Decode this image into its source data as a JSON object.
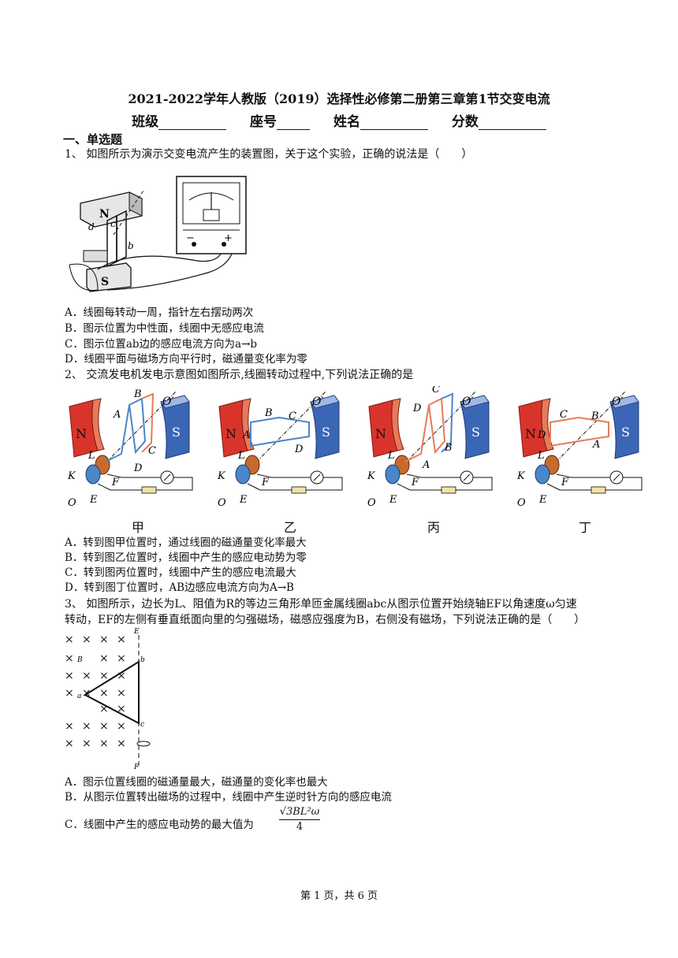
{
  "header": {
    "title": "2021-2022学年人教版（2019）选择性必修第二册第三章第1节交变电流",
    "fields": [
      {
        "label": "班级"
      },
      {
        "label": "座号"
      },
      {
        "label": "姓名"
      },
      {
        "label": "分数"
      }
    ]
  },
  "section": "一、单选题",
  "questions": [
    {
      "stem": "1、 如图所示为演示交变电流产生的装置图，关于这个实验，正确的说法是（　　）",
      "options": [
        "A．线圈每转动一周，指针左右摆动两次",
        "B．图示位置为中性面，线圈中无感应电流",
        "C．图示位置ab边的感应电流方向为a→b",
        "D．线圈平面与磁场方向平行时，磁通量变化率为零"
      ]
    },
    {
      "stem": "2、 交流发电机发电示意图如图所示,线圈转动过程中,下列说法正确的是",
      "captions": [
        "甲",
        "乙",
        "丙",
        "丁"
      ],
      "options": [
        "A．转到图甲位置时，通过线圈的磁通量变化率最大",
        "B．转到图乙位置时，线圈中产生的感应电动势为零",
        "C．转到图丙位置时，线圈中产生的感应电流最大",
        "D．转到图丁位置时，AB边感应电流方向为A→B"
      ]
    },
    {
      "stem_line1": "3、 如图所示，边长为L、阻值为R的等边三角形单匝金属线圈abc从图示位置开始绕轴EF以角速度ω匀速",
      "stem_line2": "转动，EF的左侧有垂直纸面向里的匀强磁场，磁感应强度为B，右侧没有磁场，下列说法正确的是（　　）",
      "options": [
        "A．图示位置线圈的磁通量最大，磁通量的变化率也最大",
        "B．从图示位置转出磁场的过程中，线圈中产生逆时针方向的感应电流",
        "C．线圈中产生的感应电动势的最大值为"
      ],
      "formula_numerator": "√3BL²ω",
      "formula_denominator": "4"
    }
  ],
  "footer": "第 1 页，共 6 页",
  "colors": {
    "north": "#d9342b",
    "south": "#3a66b5",
    "coil": "#4a86c8",
    "text": "#111111"
  }
}
